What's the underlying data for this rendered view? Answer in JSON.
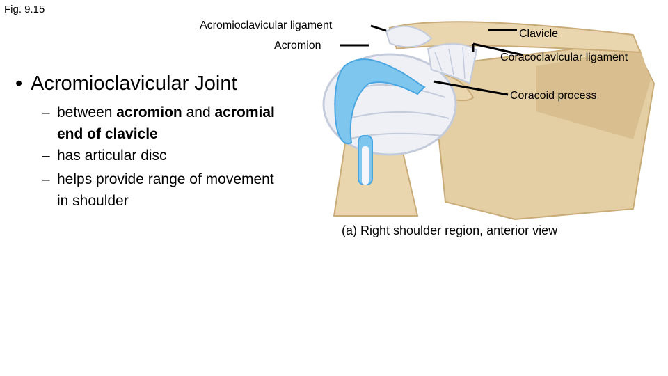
{
  "figure": {
    "number": "Fig. 9.15",
    "caption": "(a) Right shoulder region, anterior view"
  },
  "labels": {
    "acromioclavicular_ligament": "Acromioclavicular ligament",
    "acromion": "Acromion",
    "clavicle": "Clavicle",
    "coracoclavicular_ligament": "Coracoclavicular ligament",
    "coracoid_process": "Coracoid process"
  },
  "bullet": {
    "marker": "•",
    "title": "Acromioclavicular Joint",
    "subpoints": [
      {
        "dash": "–",
        "line1_pre": "between ",
        "line1_b1": "acromion",
        "line1_mid": " and ",
        "line1_b2": "acromial",
        "line2": "end of clavicle"
      },
      {
        "dash": "–",
        "text": "has articular disc"
      },
      {
        "dash": "–",
        "line1": "helps provide range of movement",
        "line2": "in shoulder"
      }
    ]
  },
  "colors": {
    "bone": "#e9d5ae",
    "bone_shadow": "#c9ab78",
    "ligament": "#eef0f6",
    "ligament_shade": "#c4cbdb",
    "cartilage_blue": "#7fc6ef",
    "cartilage_deep": "#4aa6e0"
  }
}
